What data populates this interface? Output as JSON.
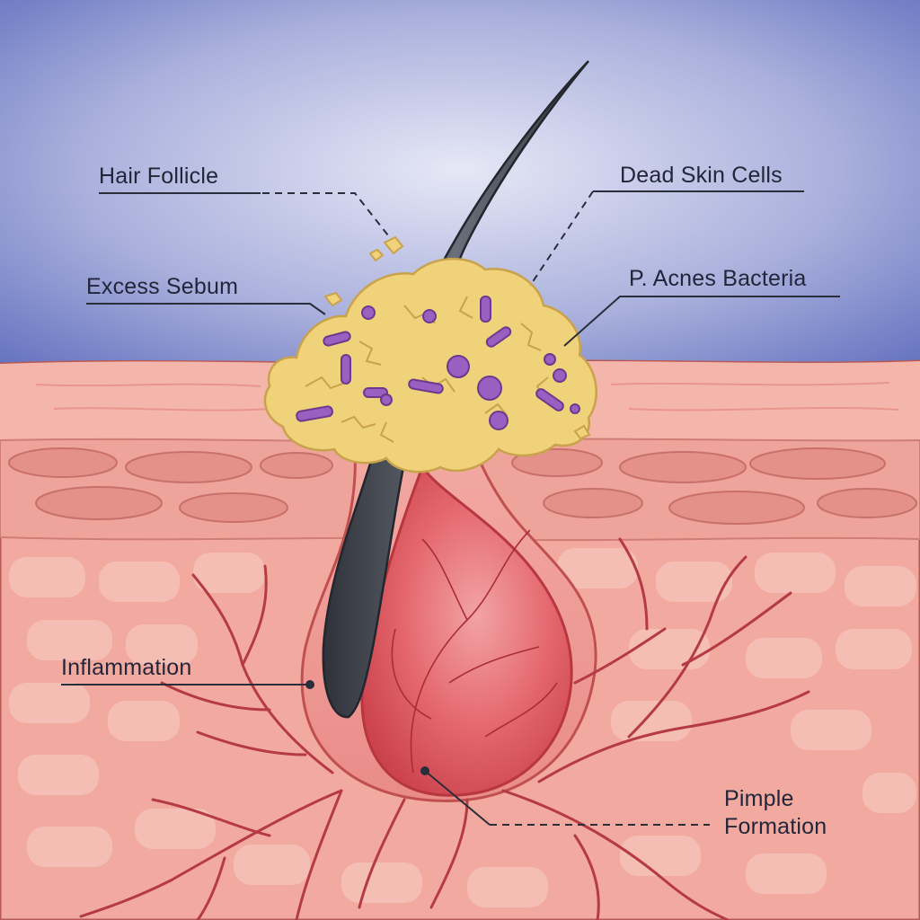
{
  "labels": {
    "hair_follicle": "Hair Follicle",
    "dead_skin_cells": "Dead Skin Cells",
    "excess_sebum": "Excess Sebum",
    "p_acnes_bacteria": "P. Acnes Bacteria",
    "inflammation": "Inflammation",
    "pimple_formation_line1": "Pimple",
    "pimple_formation_line2": "Formation"
  },
  "colors": {
    "sky_top": "#6a78c2",
    "sky_center": "#dfe1f4",
    "skin_surface": "#f4b3a8",
    "dermis": "#f2aaa0",
    "dermis_cell": "#f6c2b8",
    "epidermis_band": "#e79a90",
    "sebum_plug": "#f0d27a",
    "bacteria": "#9a5fc0",
    "hair": "#4a4e57",
    "pimple": "#e0555d",
    "blood_vessel": "#b53a44",
    "label_text": "#22263a",
    "leader_line": "#2a2d3a"
  }
}
